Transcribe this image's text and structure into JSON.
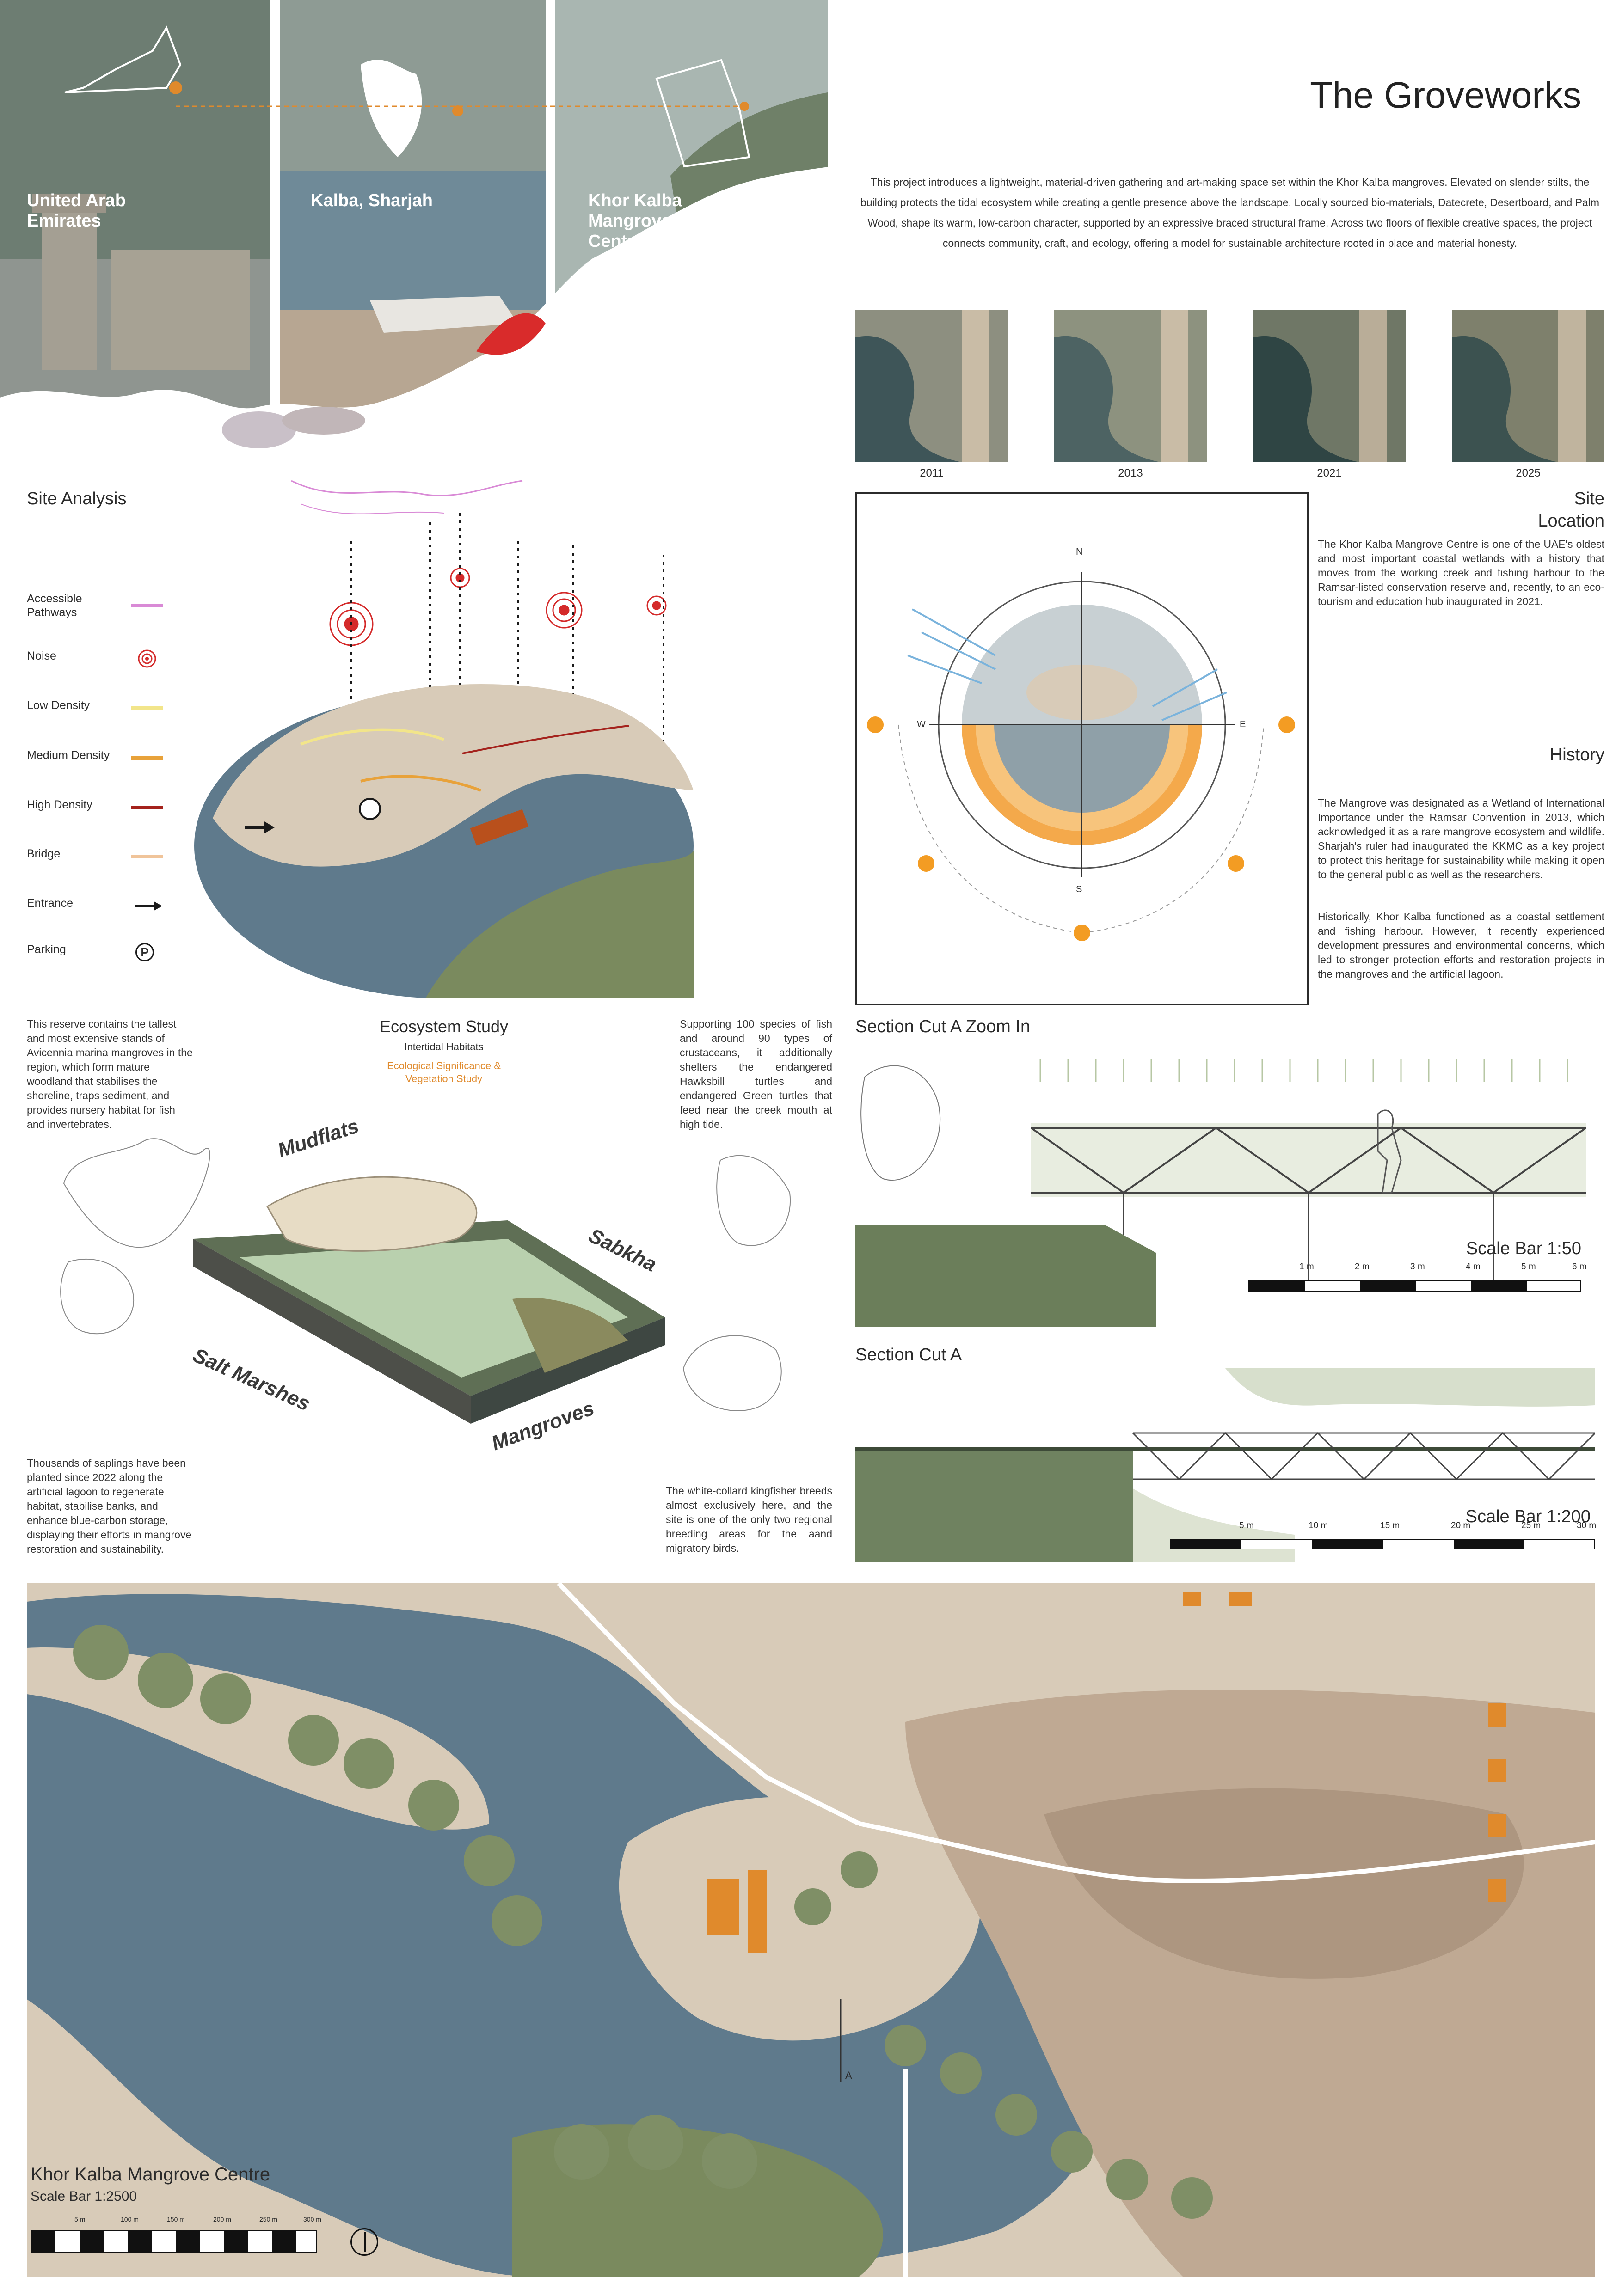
{
  "title": "The Groveworks",
  "intro": "This project introduces a lightweight, material-driven gathering and art-making space set within the Khor Kalba mangroves. Elevated on slender stilts, the building protects the tidal ecosystem while creating a gentle presence above the landscape. Locally sourced bio-materials, Datecrete, Desertboard, and Palm Wood, shape its warm, low-carbon character, supported by an expressive braced structural frame. Across two floors of flexible creative spaces, the project connects community, craft, and ecology, offering a model for sustainable architecture rooted in place and material honesty.",
  "strips": [
    {
      "label": "United Arab Emirates"
    },
    {
      "label": "Kalba, Sharjah"
    },
    {
      "label": "Khor Kalba Mangrove Centre"
    }
  ],
  "timeline": [
    {
      "year": "2011"
    },
    {
      "year": "2013"
    },
    {
      "year": "2021"
    },
    {
      "year": "2025"
    }
  ],
  "site_analysis": {
    "title": "Site Analysis",
    "legend": [
      {
        "label": "Accessible Pathways",
        "color": "#d98ad6"
      },
      {
        "label": "Noise",
        "color": "#d42a2a"
      },
      {
        "label": "Low Density",
        "color": "#f2e58a"
      },
      {
        "label": "Medium Density",
        "color": "#e8a23a"
      },
      {
        "label": "High Density",
        "color": "#a4221c"
      },
      {
        "label": "Bridge",
        "color": "#f0c49a"
      },
      {
        "label": "Entrance",
        "color": "#1a1a1a"
      },
      {
        "label": "Parking",
        "color": "#1a1a1a"
      }
    ],
    "parking_symbol": "P"
  },
  "site_location": {
    "title_line1": "Site",
    "title_line2": "Location",
    "text": "The Khor Kalba Mangrove Centre is one of the UAE's oldest and most important coastal wetlands with a history that moves from the working creek and fishing harbour to the Ramsar-listed conservation reserve and, recently, to an eco-tourism and education hub inaugurated in 2021.",
    "compass": {
      "n": "N",
      "s": "S",
      "e": "E",
      "w": "W"
    }
  },
  "history": {
    "title": "History",
    "text1": "The Mangrove was designated as a Wetland of International Importance under the Ramsar Convention in 2013, which acknowledged it as a rare mangrove ecosystem and wildlife. Sharjah's ruler had inaugurated the KKMC as a key project to protect this heritage for sustainability while making it open to the general public as well as the researchers.",
    "text2": "Historically, Khor Kalba functioned as a coastal settlement and fishing harbour. However, it recently experienced development pressures and environmental concerns, which led to stronger protection efforts and restoration projects in the mangroves and the artificial lagoon."
  },
  "ecosystem": {
    "title": "Ecosystem Study",
    "subtitle": "Intertidal Habitats",
    "subtitle2": "Ecological Significance & Vegetation Study",
    "text_tl": "This reserve contains the tallest and most extensive stands of Avicennia marina mangroves in the region, which form mature woodland that stabilises the shoreline, traps sediment, and provides nursery habitat for fish and invertebrates.",
    "text_tr": "Supporting 100 species of fish and around 90 types of crustaceans, it additionally shelters the endangered Hawksbill turtles and endangered Green turtles that feed near the creek mouth at high tide.",
    "text_bl": "Thousands of saplings have been planted since 2022 along the artificial lagoon to regenerate habitat, stabilise banks, and enhance blue-carbon storage, displaying their efforts in mangrove restoration and sustainability.",
    "text_br": "The white-collard kingfisher breeds almost exclusively here, and the site is one of the only two regional breeding areas for the aand migratory birds.",
    "labels": {
      "mudflats": "Mudflats",
      "sabkha": "Sabkha",
      "salt_marshes": "Salt Marshes",
      "mangroves": "Mangroves"
    }
  },
  "section_zoom": {
    "title": "Section Cut A Zoom In",
    "scale": "Scale Bar 1:50",
    "ticks": [
      "1 m",
      "2 m",
      "3 m",
      "4 m",
      "5 m",
      "6 m"
    ]
  },
  "section_a": {
    "title": "Section Cut A",
    "scale": "Scale Bar 1:200",
    "ticks": [
      "5 m",
      "10 m",
      "15 m",
      "20 m",
      "25 m",
      "30 m"
    ]
  },
  "master_plan": {
    "title": "Khor Kalba Mangrove Centre",
    "scale": "Scale Bar 1:2500",
    "ticks": [
      "5 m",
      "100 m",
      "150 m",
      "200 m",
      "250 m",
      "300 m"
    ],
    "section_marker": "A"
  },
  "colors": {
    "accent_orange": "#e08a2c",
    "water": "#5f7a8c",
    "land": "#d8cbb8",
    "vegetation": "#7a8a5e",
    "dark_green": "#5f6f55"
  }
}
